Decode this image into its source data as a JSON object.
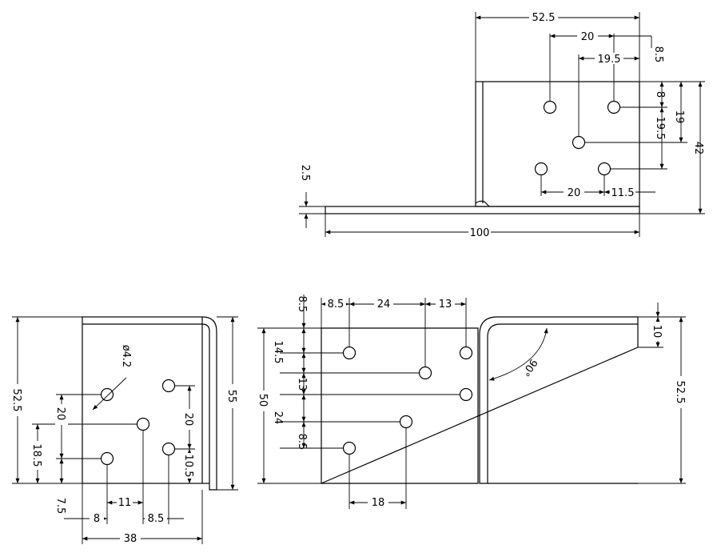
{
  "drawing": {
    "top_view": {
      "total_width": "52.5",
      "hole_spacing_top": "20",
      "right_offset_top": "8.5",
      "center_offset": "19.5",
      "thickness": "2.5",
      "length": "100",
      "height": "42",
      "top_hole_drop": "8",
      "hole_height": "19",
      "vertical_spacing": "19.5",
      "bottom_hole_spacing": "20",
      "bottom_right_offset": "11.5"
    },
    "side_view": {
      "hole_diameter": "ø4.2",
      "height_left": "52.5",
      "height_right": "55",
      "hole_pitch_left": "20",
      "bottom_offset_left": "18.5",
      "edge_offset": "7.5",
      "hole_pitch_right": "20",
      "bottom_offset_right": "10.5",
      "h_spacing_1": "11",
      "h_offset_1": "8",
      "h_spacing_2": "8.5",
      "overall_width": "38"
    },
    "front_view": {
      "top_edge": "8.5",
      "h_offset_1": "8.5",
      "h_spacing_1": "24",
      "h_spacing_2": "13",
      "v_spacing_1": "14.5",
      "v_spacing_2": "13",
      "v_spacing_3": "24",
      "v_spacing_4": "8.5",
      "height_left": "50",
      "bottom_hole_spacing": "18",
      "angle": "90°",
      "flange_height": "10",
      "height_right": "52.5"
    }
  }
}
